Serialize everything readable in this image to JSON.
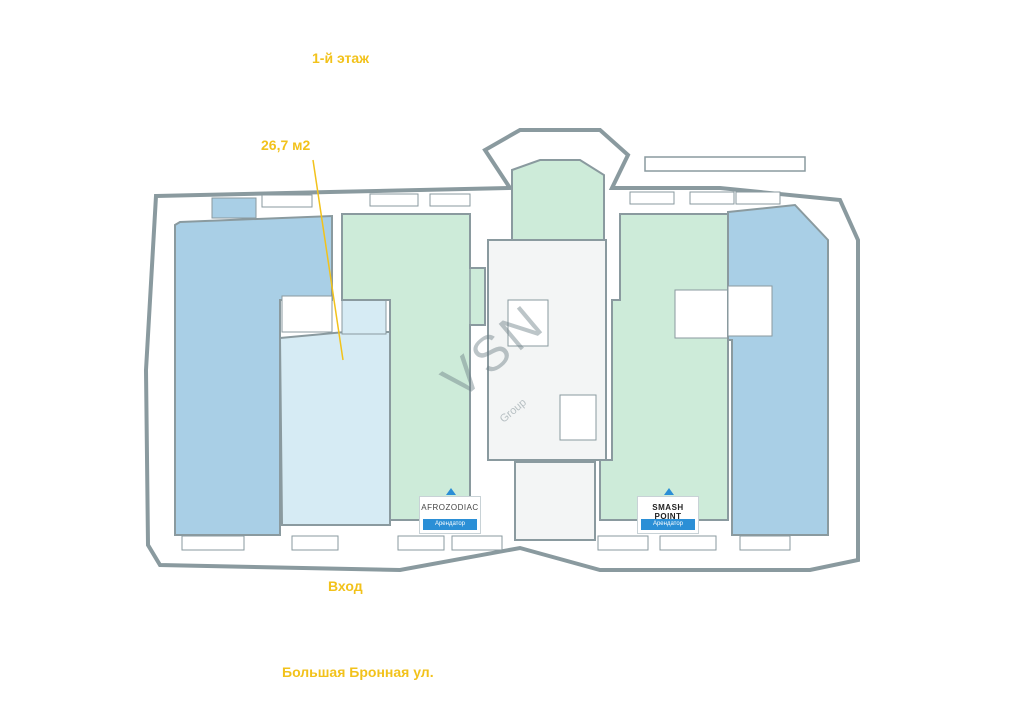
{
  "labels": {
    "floor": "1-й этаж",
    "area": "26,7 м2",
    "entrance": "Вход",
    "street": "Большая Бронная ул."
  },
  "tenants": [
    {
      "name": "AFROZODIAC",
      "role": "Арендатор"
    },
    {
      "name": "SMASH POINT",
      "role": "Арендатор"
    }
  ],
  "watermark": {
    "main": "VSN",
    "sub": "Group"
  },
  "colors": {
    "label": "#f2c21b",
    "room_blue": "#a9cfe6",
    "room_light_blue": "#d6ebf4",
    "room_green": "#cdebd9",
    "wall": "#8a9a9f",
    "badge_accent": "#2b8fd6"
  }
}
